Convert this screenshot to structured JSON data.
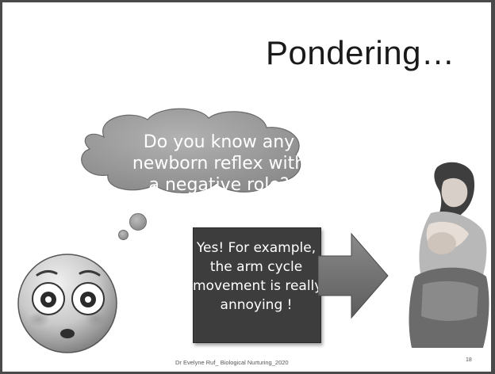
{
  "slide": {
    "title": "Pondering…",
    "question_lines": [
      "Do you know any",
      "newborn reflex with",
      "a negative role?"
    ],
    "answer_lines": [
      "Yes! For example,",
      "the arm cycle",
      "movement is really",
      "annoying !"
    ],
    "footer": "Dr Evelyne Ruf_ Biological Nurturing_2020",
    "page_number": "18"
  },
  "icons": {
    "emoji": "surprised-face-icon",
    "arrow": "right-arrow-icon",
    "illustration": "breastfeeding-mother-illustration"
  },
  "colors": {
    "background": "#ffffff",
    "frame": "#4a4a4a",
    "cloud": "#9a9a9a",
    "answer_box": "#3d3d3d",
    "arrow": "#6e6e6e"
  }
}
